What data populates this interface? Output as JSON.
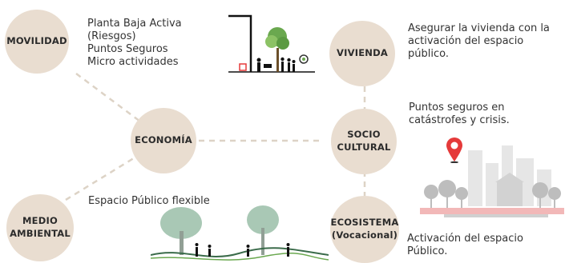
{
  "nodes": {
    "movilidad": "MOVILIDAD",
    "economia": "ECONOMÍA",
    "medio_ambiental": "MEDIO\nAMBIENTAL",
    "vivienda": "VIVIENDA",
    "socio_cultural": "SOCIO\nCULTURAL",
    "ecosistema": "ECOSISTEMA\n(Vocacional)"
  },
  "descriptions": {
    "movilidad": "Planta Baja Activa\n(Riesgos)\nPuntos Seguros\nMicro actividades",
    "medio_ambiental": "Espacio Público flexible",
    "vivienda": "Asegurar la vivienda con la\nactivación del espacio\npúblico.",
    "socio_cultural": "Puntos seguros en\ncatástrofes y crisis.",
    "ecosistema": "Activación del espacio\nPúblico."
  },
  "colors": {
    "node_fill": "#e9ddd0",
    "connector": "#ddd3c6",
    "pin": "#e53a3a",
    "tree_green": "#6aa84f",
    "city_gray": "#c8c8c8",
    "city_pink": "#f2b8b8"
  },
  "icons": {
    "street_illustration": "street-scene-icon",
    "city_illustration": "city-skyline-icon",
    "location_pin": "location-pin-icon",
    "landscape_illustration": "landscape-trees-icon"
  }
}
